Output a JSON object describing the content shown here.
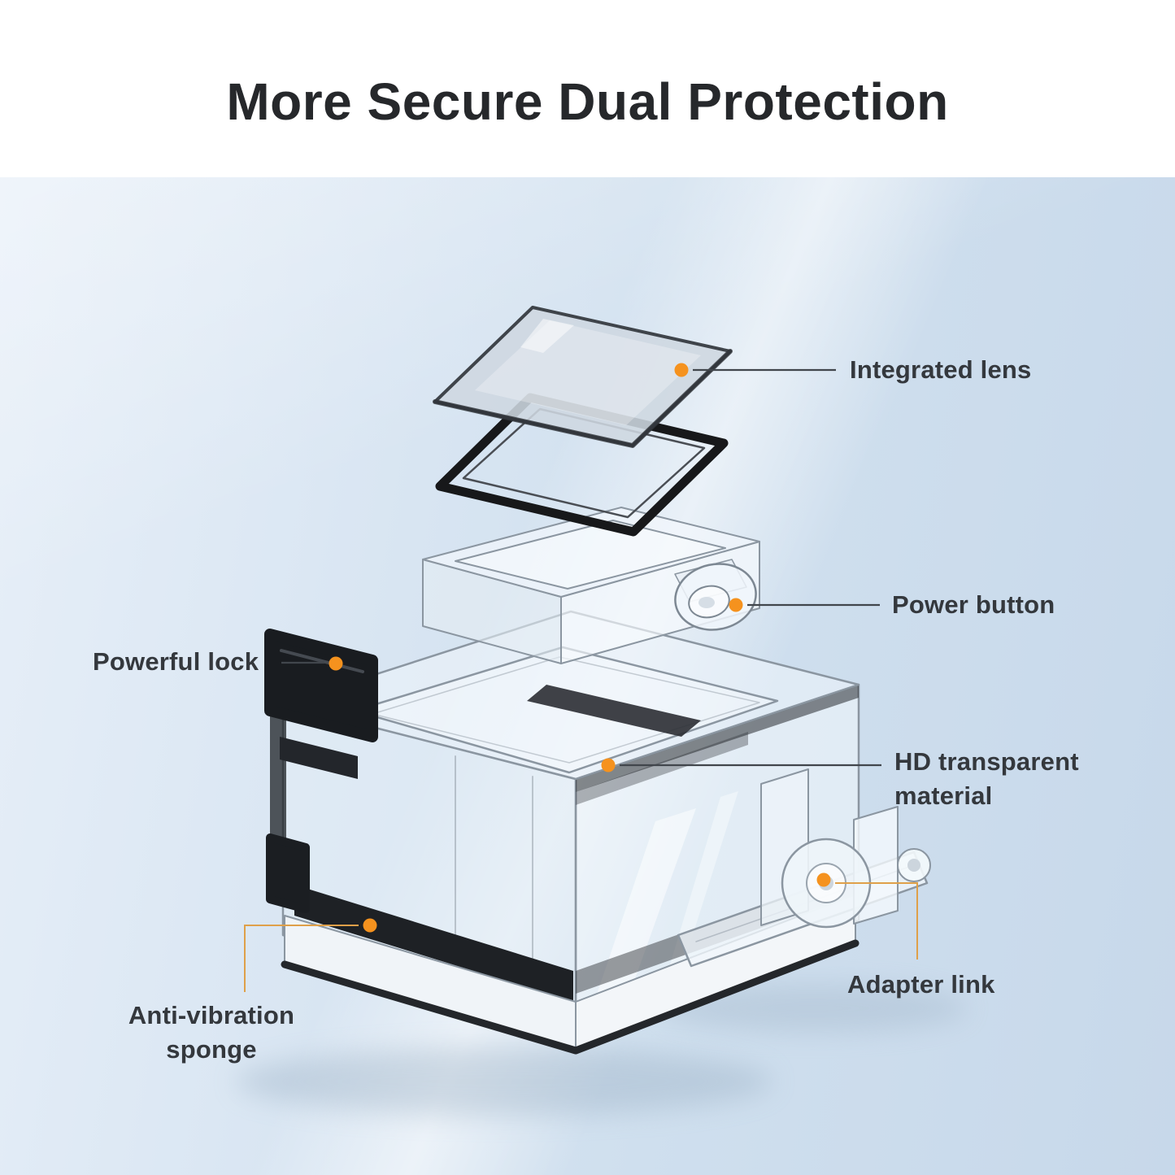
{
  "title": "More Secure Dual Protection",
  "callouts": [
    {
      "id": "integrated-lens",
      "label": "Integrated lens"
    },
    {
      "id": "power-button",
      "label": "Power button"
    },
    {
      "id": "powerful-lock",
      "label": "Powerful lock"
    },
    {
      "id": "hd-transparent-material",
      "line1": "HD transparent",
      "line2": "material"
    },
    {
      "id": "adapter-link",
      "label": "Adapter link"
    },
    {
      "id": "anti-vibration-sponge",
      "line1": "Anti-vibration",
      "line2": "sponge"
    }
  ],
  "colors": {
    "accent": "#F5921E",
    "title_text": "#26282B",
    "label_text": "#34383D",
    "leader_dark": "#41464C",
    "leader_warm": "#DFA049",
    "bg_top": "#E7EFF8",
    "bg_bottom": "#C7D8EA",
    "case_outline": "#8B96A1",
    "gasket_black": "#17181A",
    "lock_black": "#191C20"
  }
}
